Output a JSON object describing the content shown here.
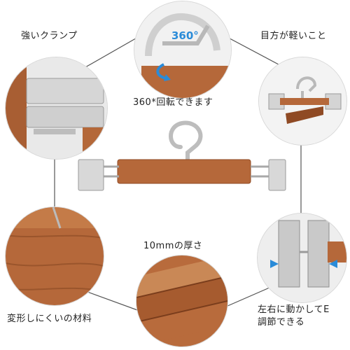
{
  "features": {
    "strong_clamp": "強いクランプ",
    "rotation": "360*回転できます",
    "rotation_angle": "360°",
    "lightweight": "目方が軽いこと",
    "thickness": "10mmの厚さ",
    "material": "変形しにくいの材料",
    "adjust_line1": "左右に動かしてE",
    "adjust_line2": "調節できる"
  },
  "colors": {
    "wood": "#b5683a",
    "wood_dark": "#8f4a24",
    "metal": "#c9c9c9",
    "accent": "#2a8bd8",
    "line": "#555555"
  }
}
